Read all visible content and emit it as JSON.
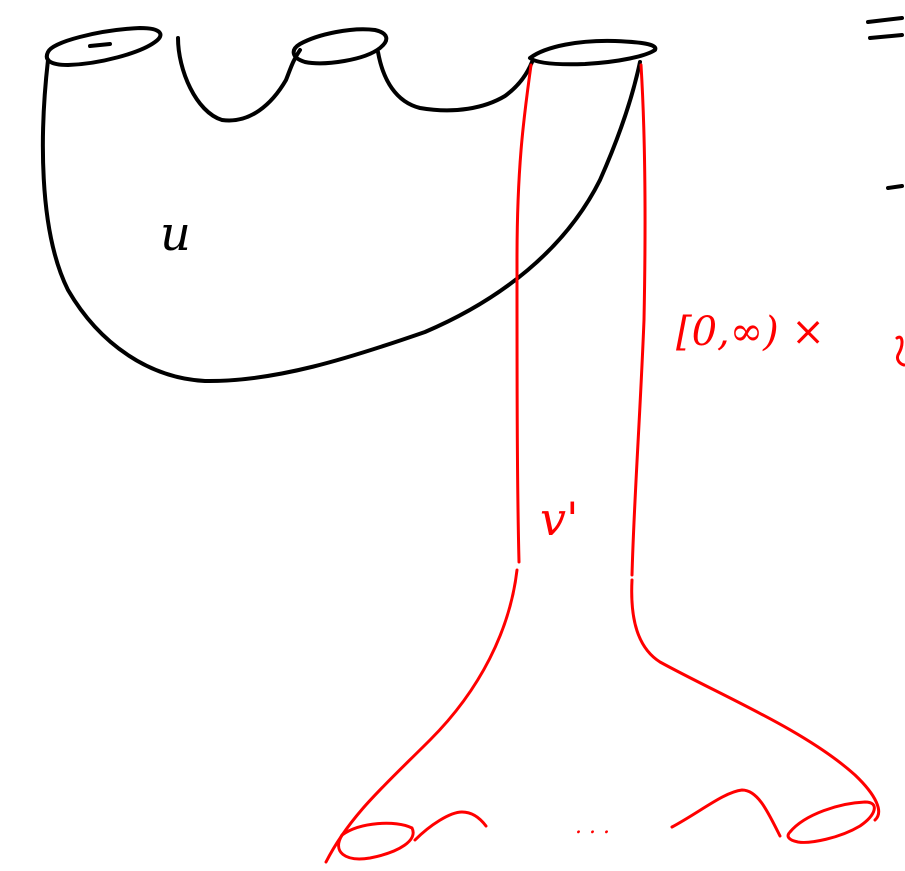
{
  "colors": {
    "black_ink": "#000000",
    "red_ink": "#ff0000",
    "background": "#ffffff"
  },
  "labels": {
    "u": "u",
    "v_prime": "v'",
    "interval": "[0,∞) ×",
    "dots": ". . ."
  }
}
